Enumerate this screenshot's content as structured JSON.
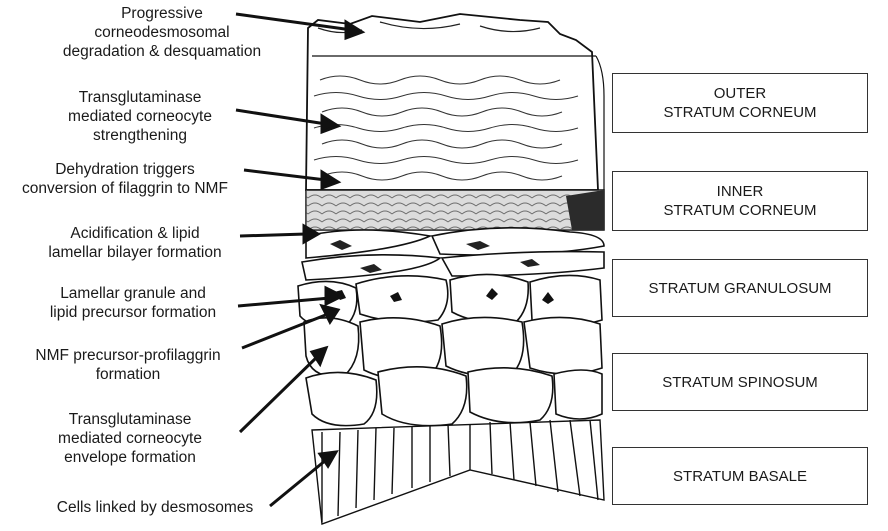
{
  "annotations": [
    "Progressive\ncorneodesmosomal\ndegradation & desquamation",
    "Transglutaminase\nmediated corneocyte\nstrengthening",
    "Dehydration triggers\nconversion of filaggrin to NMF",
    "Acidification & lipid\nlamellar bilayer formation",
    "Lamellar granule and\nlipid precursor formation",
    "NMF precursor-profilaggrin\nformation",
    "Transglutaminase\nmediated corneocyte\nenvelope formation",
    "Cells linked by desmosomes"
  ],
  "layers": [
    "OUTER\nSTRATUM CORNEUM",
    "INNER\nSTRATUM CORNEUM",
    "STRATUM GRANULOSUM",
    "STRATUM SPINOSUM",
    "STRATUM BASALE"
  ]
}
